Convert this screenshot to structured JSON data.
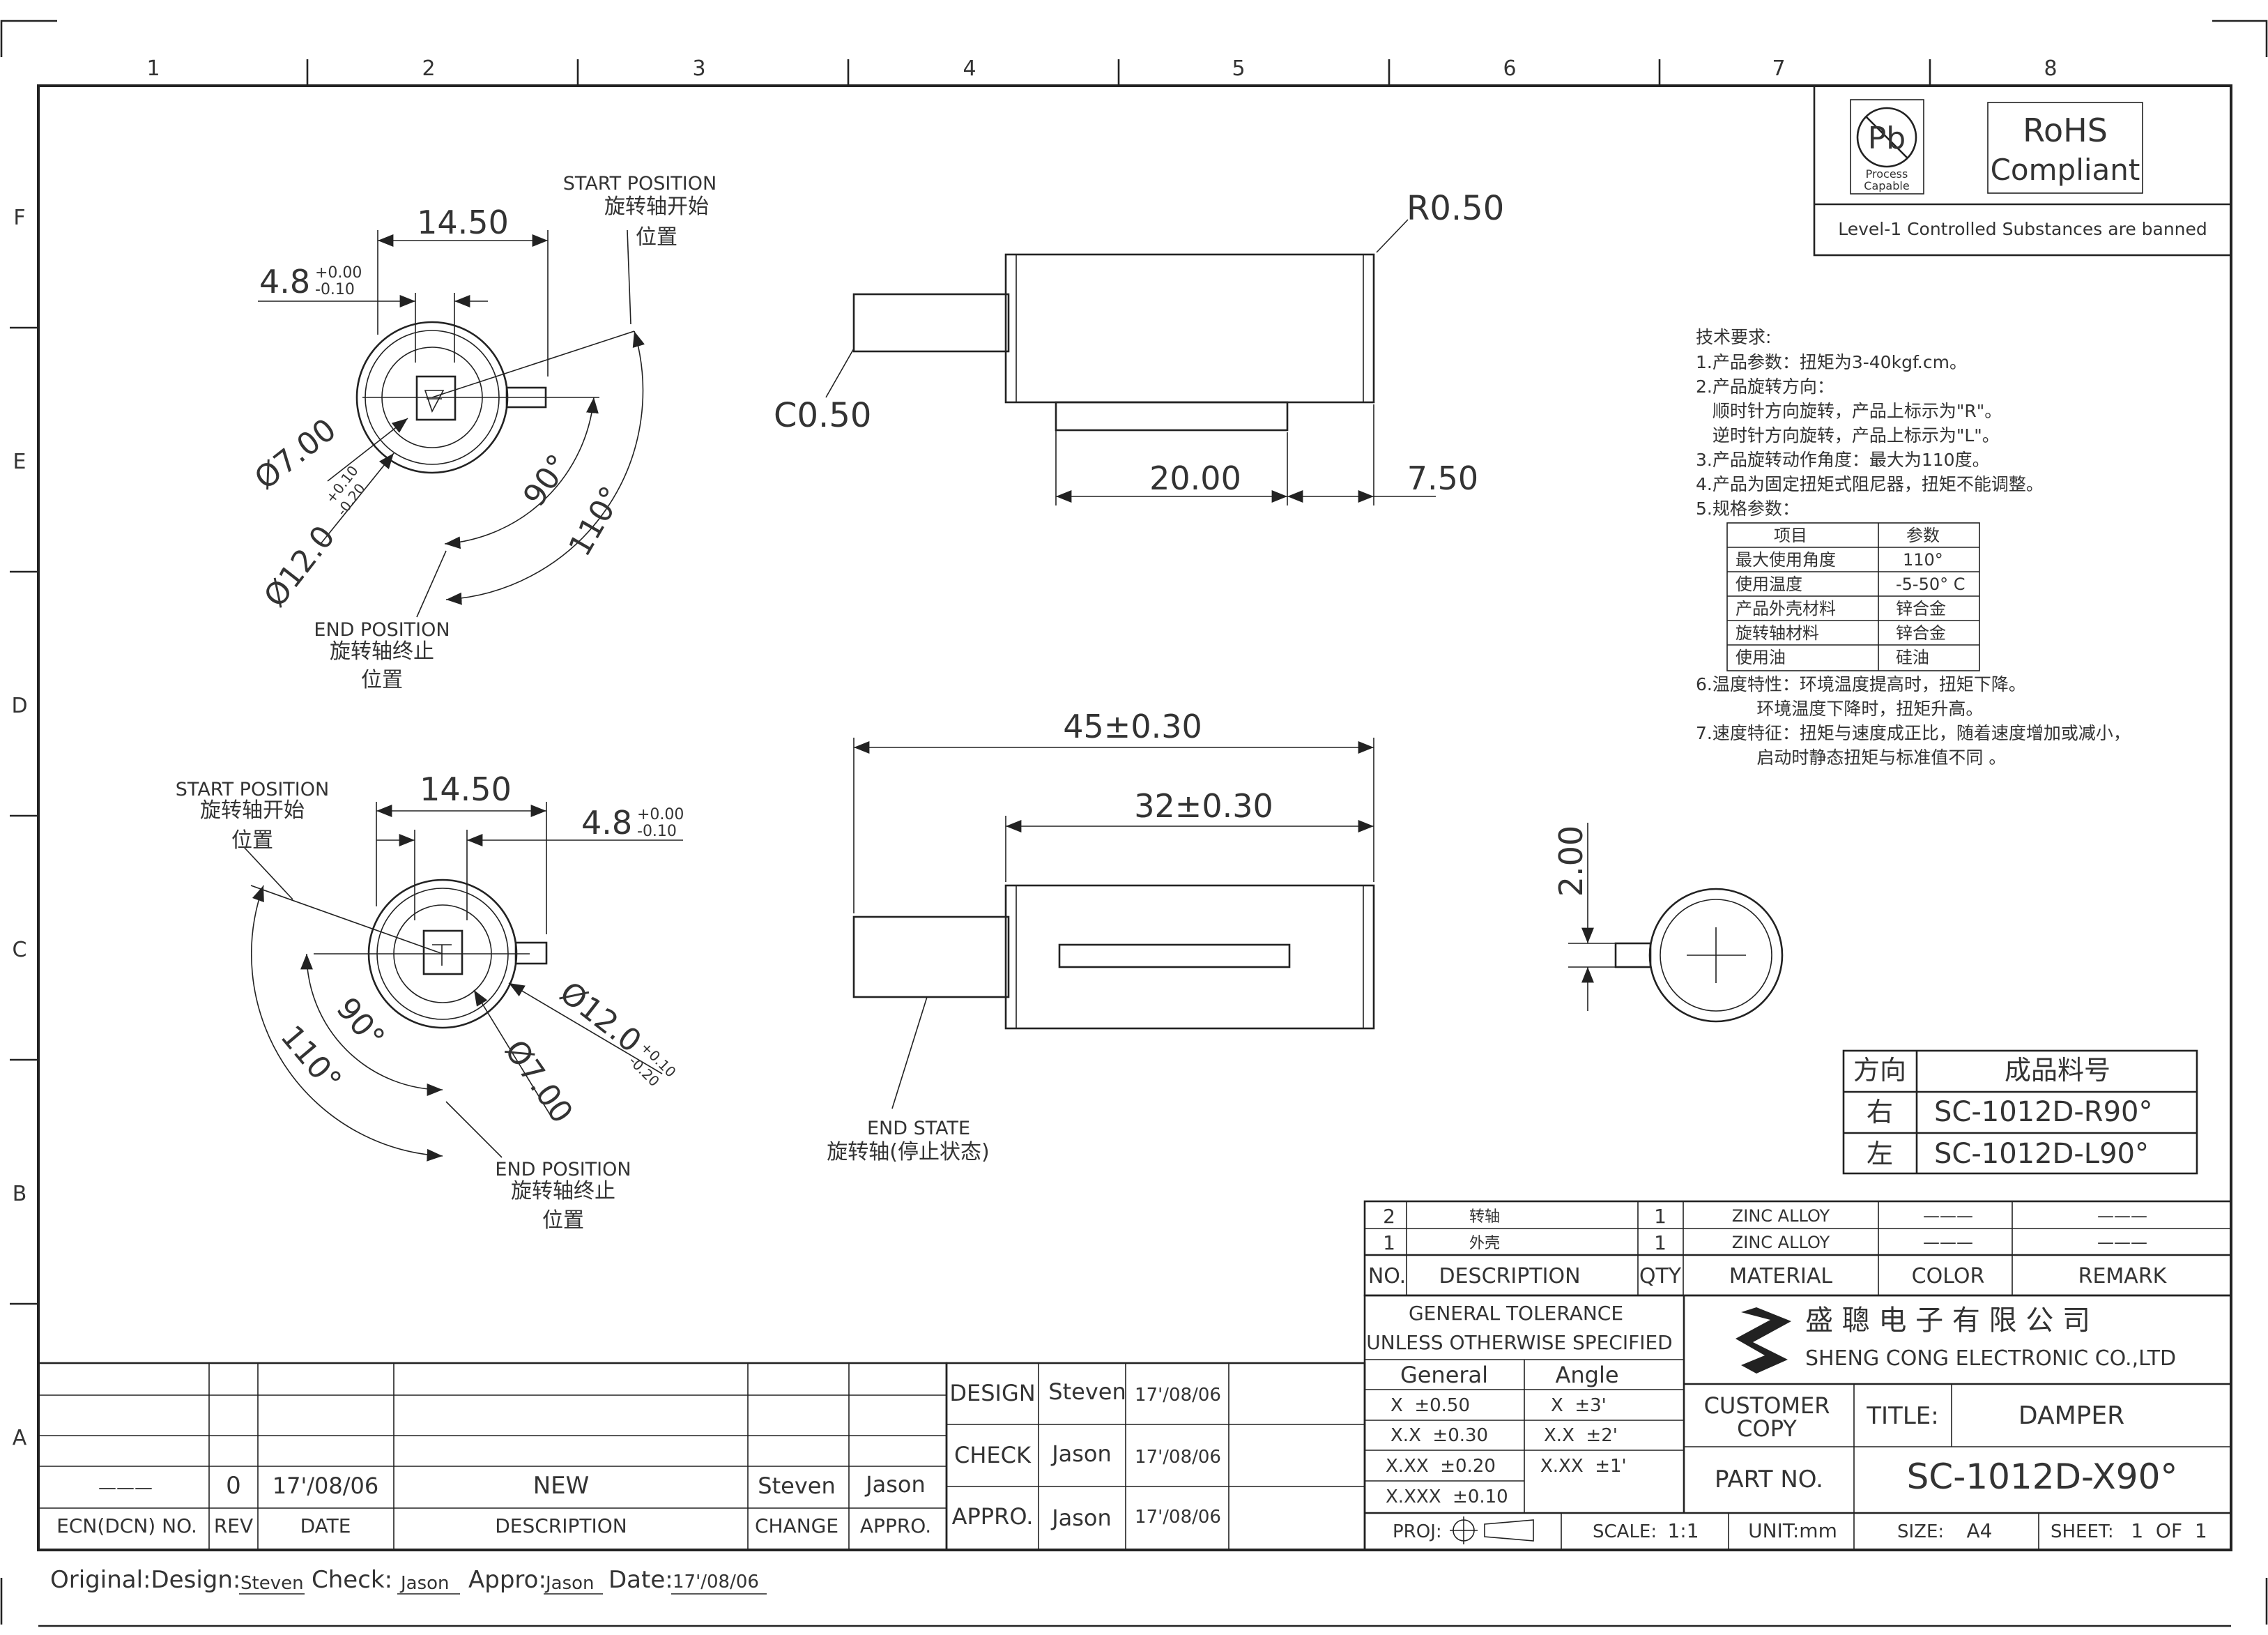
{
  "grid": {
    "columns": [
      "1",
      "2",
      "3",
      "4",
      "5",
      "6",
      "7",
      "8"
    ],
    "rows": [
      "F",
      "E",
      "D",
      "C",
      "B",
      "A"
    ]
  },
  "compliance": {
    "pb_symbol": "Pb",
    "pb_note_line1": "Process",
    "pb_note_line2": "Capable",
    "rohs_line1": "RoHS",
    "rohs_line2": "Compliant",
    "level_note": "Level-1 Controlled Substances are banned"
  },
  "views": {
    "top_left": {
      "dim_width": "14.50",
      "dim_key_nominal": "4.8",
      "dim_key_tol_plus": "+0.00",
      "dim_key_tol_minus": "-0.10",
      "dia_inner": "Ø7.00",
      "dia_outer_nominal": "Ø12.0",
      "dia_outer_tol_plus": "+0.10",
      "dia_outer_tol_minus": "-0.20",
      "angle_a": "90°",
      "angle_b": "110°",
      "start_label_en": "START POSITION",
      "start_label_cn1": "旋转轴开始",
      "start_label_cn2": "位置",
      "end_label_en": "END POSITION",
      "end_label_cn1": "旋转轴终止",
      "end_label_cn2": "位置"
    },
    "bottom_left": {
      "dim_width": "14.50",
      "dim_key_nominal": "4.8",
      "dim_key_tol_plus": "+0.00",
      "dim_key_tol_minus": "-0.10",
      "dia_inner": "Ø7.00",
      "dia_outer_nominal": "Ø12.0",
      "dia_outer_tol_plus": "+0.10",
      "dia_outer_tol_minus": "-0.20",
      "angle_a": "90°",
      "angle_b": "110°",
      "start_label_en": "START POSITION",
      "start_label_cn1": "旋转轴开始",
      "start_label_cn2": "位置",
      "end_label_en": "END POSITION",
      "end_label_cn1": "旋转轴终止",
      "end_label_cn2": "位置"
    },
    "side_top": {
      "radius": "R0.50",
      "chamfer": "C0.50",
      "dim_a": "20.00",
      "dim_b": "7.50"
    },
    "side_bottom": {
      "overall": "45±0.30",
      "body": "32±0.30",
      "end_state_en": "END STATE",
      "end_state_cn": "旋转轴(停止状态)"
    },
    "end_view": {
      "dim": "2.00"
    }
  },
  "requirements": {
    "heading": "技术要求:",
    "items": [
      "1.产品参数：扭矩为3-40kgf.cm。",
      "2.产品旋转方向：",
      "   顺时针方向旋转，产品上标示为\"R\"。",
      "   逆时针方向旋转，产品上标示为\"L\"。",
      "3.产品旋转动作角度：最大为110度。",
      "4.产品为固定扭矩式阻尼器，扭矩不能调整。",
      "5.规格参数："
    ],
    "spec_table": {
      "headers": [
        "项目",
        "参数"
      ],
      "rows": [
        [
          "最大使用角度",
          "110°"
        ],
        [
          "使用温度",
          "-5-50° C"
        ],
        [
          "产品外壳材料",
          "锌合金"
        ],
        [
          "旋转轴材料",
          "锌合金"
        ],
        [
          "使用油",
          "硅油"
        ]
      ]
    },
    "after_items": [
      "6.温度特性：环境温度提高时，扭矩下降。",
      "           环境温度下降时，扭矩升高。",
      "7.速度特征：扭矩与速度成正比，随着速度增加或减小，",
      "           启动时静态扭矩与标准值不同 。"
    ]
  },
  "direction_table": {
    "headers": [
      "方向",
      "成品料号"
    ],
    "rows": [
      [
        "右",
        "SC-1012D-R90°"
      ],
      [
        "左",
        "SC-1012D-L90°"
      ]
    ]
  },
  "bom": {
    "headers": [
      "NO.",
      "DESCRIPTION",
      "QTY",
      "MATERIAL",
      "COLOR",
      "REMARK"
    ],
    "rows": [
      [
        "2",
        "转轴",
        "1",
        "ZINC ALLOY",
        "———",
        "———"
      ],
      [
        "1",
        "外壳",
        "1",
        "ZINC ALLOY",
        "———",
        "———"
      ]
    ]
  },
  "title_block": {
    "tolerance_title1": "GENERAL TOLERANCE",
    "tolerance_title2": "UNLESS OTHERWISE SPECIFIED",
    "general_label": "General",
    "angle_label": "Angle",
    "tolerances": [
      [
        "X  ±0.50",
        "X  ±3'"
      ],
      [
        "X.X  ±0.30",
        "X.X  ±2'"
      ],
      [
        "X.XX  ±0.20",
        "X.XX  ±1'"
      ],
      [
        "X.XXX  ±0.10",
        ""
      ]
    ],
    "company_cn": "盛 聰 电 子 有 限 公 司",
    "company_en": "SHENG CONG ELECTRONIC CO.,LTD",
    "customer_line1": "CUSTOMER",
    "customer_line2": "COPY",
    "title_label": "TITLE:",
    "title_value": "DAMPER",
    "part_label": "PART NO.",
    "part_value": "SC-1012D-X90°",
    "proj_label": "PROJ:",
    "scale_label": "SCALE:",
    "scale_value": "1:1",
    "unit_label": "UNIT:mm",
    "size_label": "SIZE:",
    "size_value": "A4",
    "sheet_label": "SHEET:",
    "sheet_value": "1  OF  1"
  },
  "approvals": [
    {
      "role": "DESIGN",
      "name": "Steven",
      "date": "17'/08/06"
    },
    {
      "role": "CHECK",
      "name": "Jason",
      "date": "17'/08/06"
    },
    {
      "role": "APPRO.",
      "name": "Jason",
      "date": "17'/08/06"
    }
  ],
  "revision": {
    "headers": [
      "ECN(DCN) NO.",
      "REV",
      "DATE",
      "DESCRIPTION",
      "CHANGE",
      "APPRO."
    ],
    "row": [
      "———",
      "0",
      "17'/08/06",
      "NEW",
      "Steven",
      "Jason"
    ]
  },
  "footer": {
    "design_label": "Original:Design:",
    "design_value": "Steven",
    "check_label": "Check:",
    "check_value": "Jason",
    "appro_label": "Appro:",
    "appro_value": "Jason",
    "date_label": "Date:",
    "date_value": "17'/08/06"
  }
}
